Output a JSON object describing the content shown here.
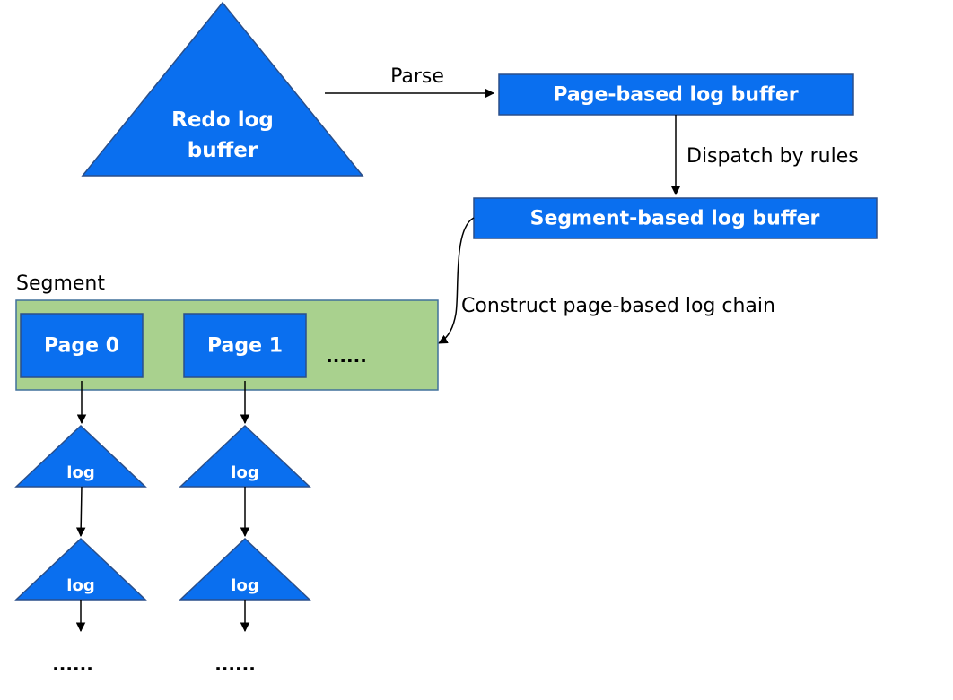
{
  "colors": {
    "shape_fill": "#0a6fef",
    "shape_stroke": "#2a4f8a",
    "segment_fill": "#a9d18e",
    "segment_stroke": "#41719c",
    "arrow": "#000000",
    "text_on_shape": "#ffffff",
    "text_plain": "#000000"
  },
  "redo_log_buffer": {
    "line1": "Redo log",
    "line2": "buffer"
  },
  "page_based_buffer": {
    "label": "Page-based log buffer"
  },
  "segment_based_buffer": {
    "label": "Segment-based log buffer"
  },
  "edges": {
    "parse": "Parse",
    "dispatch": "Dispatch by rules",
    "construct": "Construct page-based log chain"
  },
  "segment": {
    "title": "Segment",
    "pages": [
      "Page 0",
      "Page 1"
    ],
    "more": "......"
  },
  "chains": [
    {
      "logs": [
        "log",
        "log"
      ],
      "more": "......"
    },
    {
      "logs": [
        "log",
        "log"
      ],
      "more": "......"
    }
  ]
}
